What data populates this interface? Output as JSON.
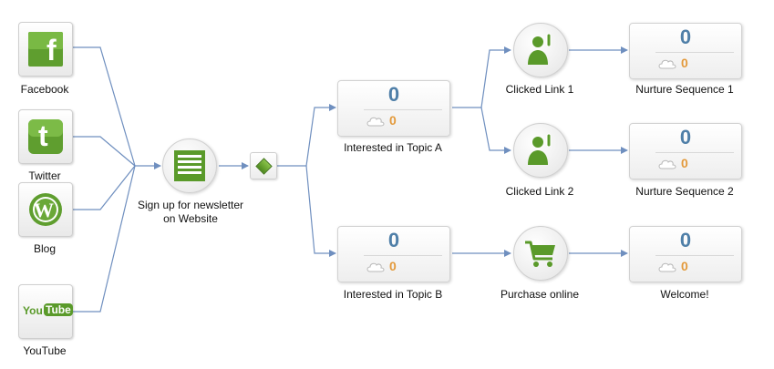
{
  "sources": [
    {
      "id": "facebook",
      "label": "Facebook",
      "icon": "facebook-icon",
      "glyph": "f"
    },
    {
      "id": "twitter",
      "label": "Twitter",
      "icon": "twitter-icon",
      "glyph": "t"
    },
    {
      "id": "blog",
      "label": "Blog",
      "icon": "wordpress-icon",
      "glyph": "W"
    },
    {
      "id": "youtube",
      "label": "YouTube",
      "icon": "youtube-icon",
      "glyph_you": "You",
      "glyph_tube": "Tube"
    }
  ],
  "signup": {
    "label_line1": "Sign up for newsletter",
    "label_line2": "on Website",
    "icon": "form-icon"
  },
  "decision": {
    "icon": "decision-diamond-icon"
  },
  "topic_a": {
    "label": "Interested in Topic A",
    "count": "0",
    "cloud_count": "0"
  },
  "topic_b": {
    "label": "Interested in Topic B",
    "count": "0",
    "cloud_count": "0"
  },
  "clicked_link_1": {
    "label": "Clicked Link 1",
    "icon": "person-click-icon"
  },
  "clicked_link_2": {
    "label": "Clicked Link 2",
    "icon": "person-click-icon"
  },
  "purchase": {
    "label": "Purchase online",
    "icon": "shopping-cart-icon"
  },
  "nurture_1": {
    "label": "Nurture Sequence 1",
    "count": "0",
    "cloud_count": "0"
  },
  "nurture_2": {
    "label": "Nurture Sequence 2",
    "count": "0",
    "cloud_count": "0"
  },
  "welcome": {
    "label": "Welcome!",
    "count": "0",
    "cloud_count": "0"
  },
  "colors": {
    "connector": "#6f8fbf",
    "brand_green": "#5a9a2a",
    "count_blue": "#4f7fa8",
    "count_orange": "#e39a3c"
  }
}
